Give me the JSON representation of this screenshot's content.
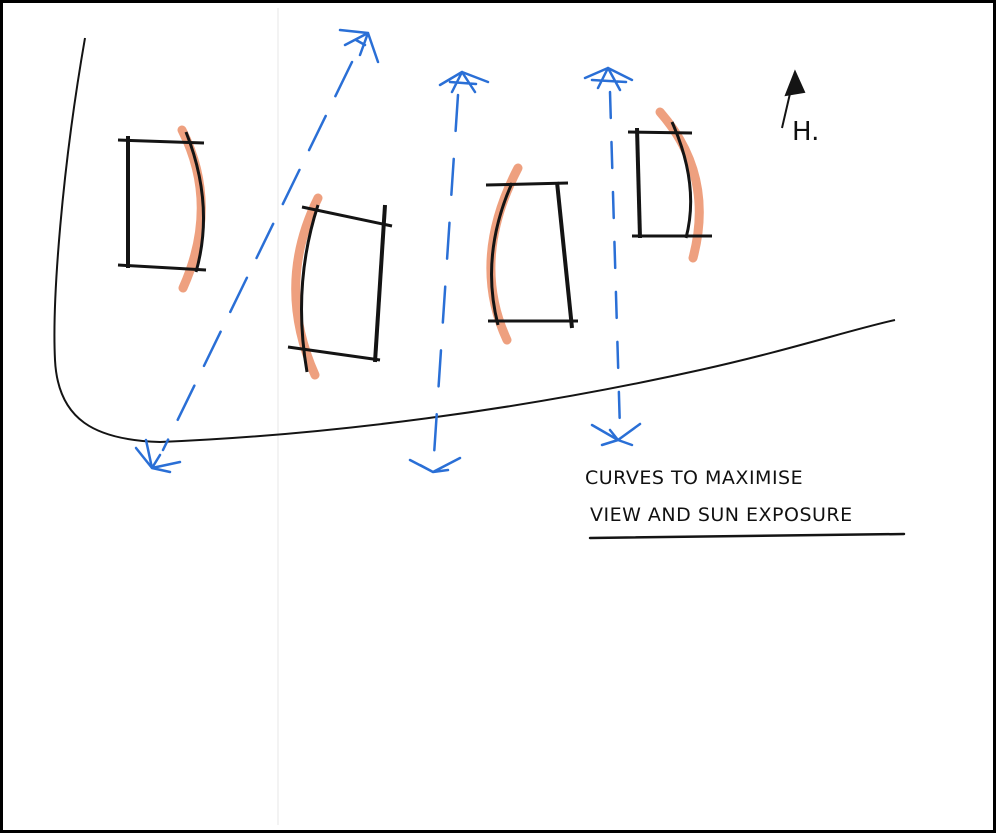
{
  "colors": {
    "ink": "#141414",
    "blue": "#2a6fd6",
    "orange": "#eea07f",
    "frame": "#000000",
    "paper": "#ffffff"
  },
  "north": {
    "label": "H."
  },
  "caption": {
    "line1": "CURVES TO MAXIMISE",
    "line2": "VIEW AND SUN EXPOSURE"
  },
  "icons": [
    "north-arrow-icon",
    "view-arrow-icon"
  ]
}
